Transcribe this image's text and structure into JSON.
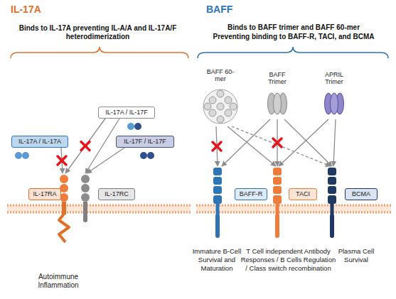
{
  "diagram": {
    "nodes": [
      {
        "text": [
          "IL-17A / IL-17F"
        ]
      },
      {
        "text": [
          "IL-17A / IL-17A"
        ]
      },
      {
        "text": [
          "IL-17F / IL-17F"
        ]
      },
      {
        "text": [
          "IL-17RA"
        ]
      },
      {
        "text": [
          "IL-17RC"
        ]
      },
      {
        "text": [
          "BAFF 60-mer"
        ]
      },
      {
        "text": [
          "BAFF Trimer"
        ]
      },
      {
        "text": [
          "APRIL Trimer"
        ]
      },
      {
        "text": [
          "BAFF-R"
        ]
      },
      {
        "text": [
          "TACI"
        ]
      },
      {
        "text": [
          "BCMA"
        ]
      }
    ],
    "edges": [
      {
        "from": 1,
        "to": 3,
        "arrow": "to"
      },
      {
        "from": 0,
        "to": 3,
        "arrow": "to"
      },
      {
        "from": 0,
        "to": 4,
        "arrow": "to"
      },
      {
        "from": 2,
        "to": 4,
        "arrow": "to"
      },
      {
        "from": 5,
        "to": 8,
        "arrow": "to"
      },
      {
        "from": 5,
        "to": 9,
        "arrow": "to"
      },
      {
        "from": 5,
        "to": 10,
        "arrow": "to"
      },
      {
        "from": 6,
        "to": 8,
        "arrow": "to"
      },
      {
        "from": 6,
        "to": 9,
        "arrow": "to"
      },
      {
        "from": 6,
        "to": 10,
        "arrow": "to"
      },
      {
        "from": 7,
        "to": 9,
        "arrow": "to"
      },
      {
        "from": 7,
        "to": 10,
        "arrow": "to"
      }
    ],
    "labels": [
      "IL-17A",
      "Binds to IL-17A preventing IL-A/A and IL-17A/F heterodimerization",
      "BAFF",
      "Binds to BAFF trimer and BAFF 60-mer",
      "Preventing binding to BAFF-R, TACI, and BCMA",
      "Autoimmune Inflammation",
      "Immature B-Cell Survival and Maturation",
      "T Cell independent Antibody Responses / B Cells Regulation / Class switch recombination",
      "Plasma Cell Survival"
    ]
  }
}
